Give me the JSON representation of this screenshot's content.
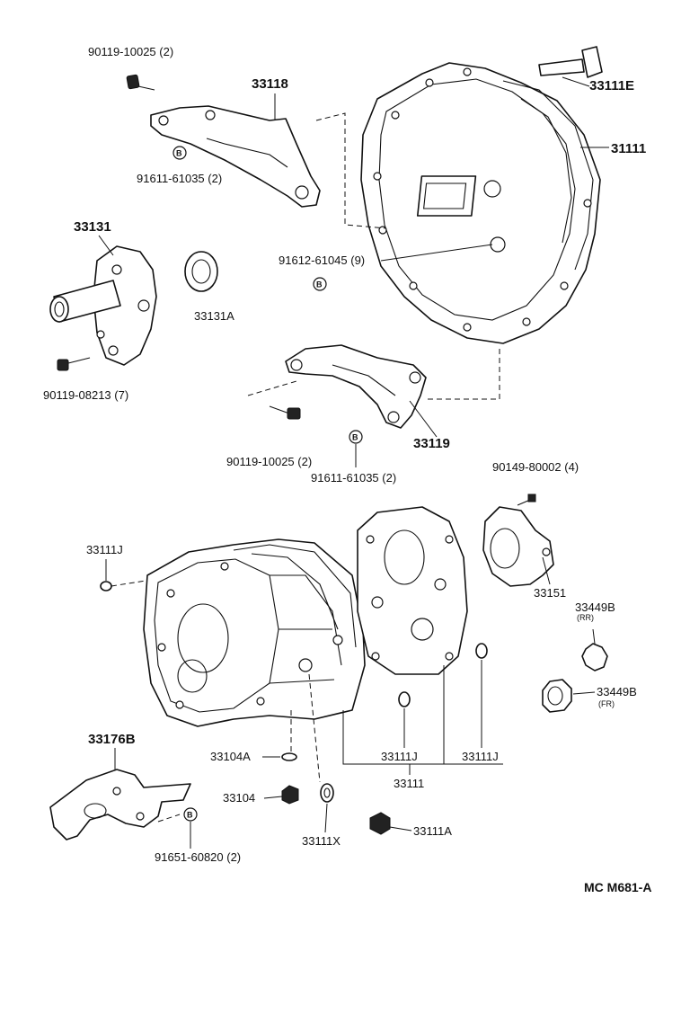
{
  "parts": {
    "p90119_10025_top": "90119-10025 (2)",
    "p33118": "33118",
    "p91611_61035_top": "91611-61035 (2)",
    "p33111E": "33111E",
    "p31111": "31111",
    "p33131": "33131",
    "p33131A": "33131A",
    "p91612_61045": "91612-61045 (9)",
    "p90119_08213": "90119-08213 (7)",
    "p33119": "33119",
    "p90119_10025_mid": "90119-10025 (2)",
    "p91611_61035_mid": "91611-61035 (2)",
    "p90149_80002": "90149-80002 (4)",
    "p33111J_left": "33111J",
    "p33151": "33151",
    "p33449B_rr": "33449B",
    "p33449B_rr_note": "(RR)",
    "p33449B_fr": "33449B",
    "p33449B_fr_note": "(FR)",
    "p33176B": "33176B",
    "p33104A": "33104A",
    "p33111J_mid": "33111J",
    "p33111J_right": "33111J",
    "p33111": "33111",
    "p33104": "33104",
    "p33111X": "33111X",
    "p33111A": "33111A",
    "p91651_60820": "91651-60820 (2)"
  },
  "marks": {
    "b": "B"
  },
  "figure_code": "MC  M681-A"
}
